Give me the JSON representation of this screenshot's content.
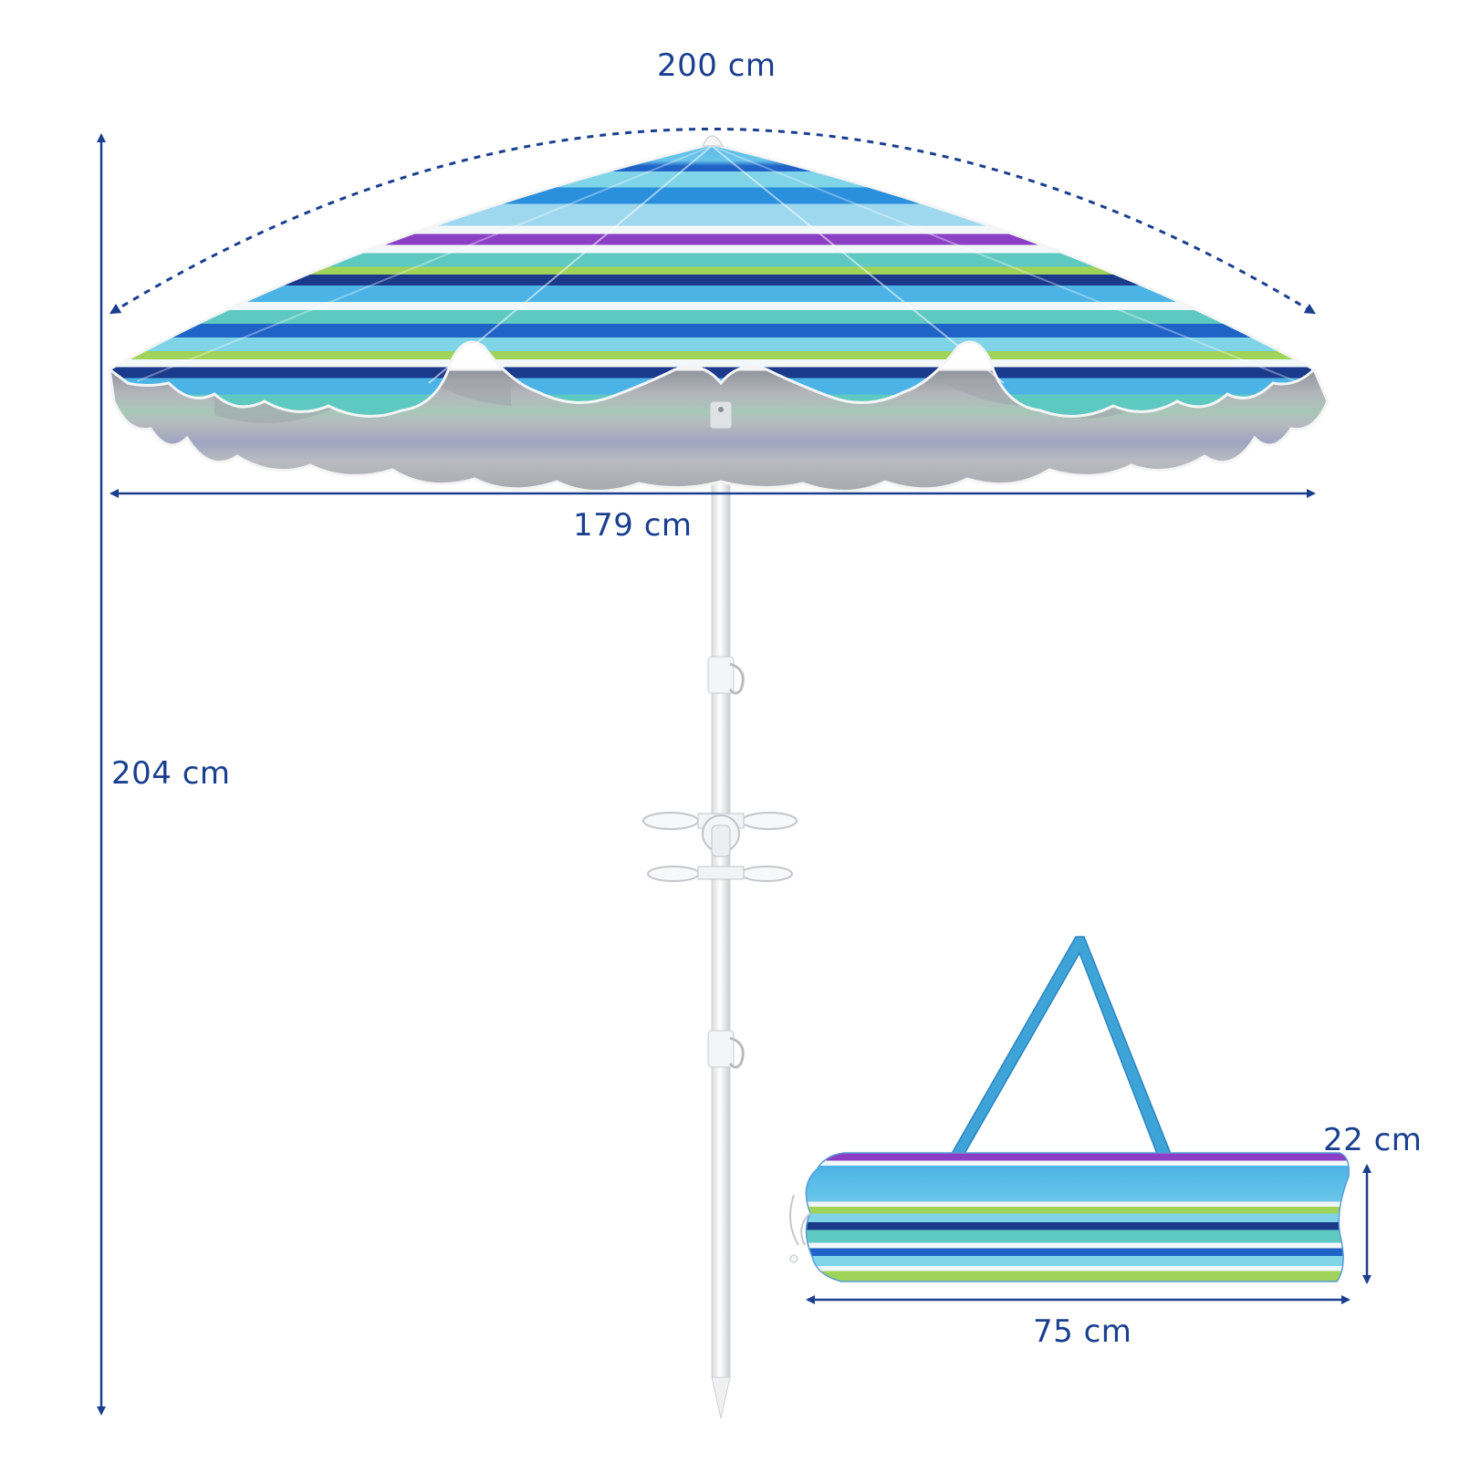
{
  "dimensions": {
    "canopy_arc": "200 cm",
    "canopy_width": "179 cm",
    "total_height": "204 cm",
    "bag_height": "22 cm",
    "bag_length": "75 cm"
  },
  "colors": {
    "dimension": "#1a3f8f",
    "pole": "#f4f5f6",
    "stripe_purple": "#8a3fc4",
    "stripe_blue": "#1f63c7",
    "stripe_navy": "#1b3a8c",
    "stripe_sky": "#4cb3e6",
    "stripe_cyan": "#7fd4e8",
    "stripe_teal": "#5ec9c1",
    "stripe_green": "#9fd35a",
    "stripe_white": "#f2f7fa",
    "underside": "#a9adb3"
  },
  "icons": [
    "umbrella-canopy",
    "umbrella-pole",
    "cup-holder",
    "carry-bag",
    "bag-strap"
  ]
}
